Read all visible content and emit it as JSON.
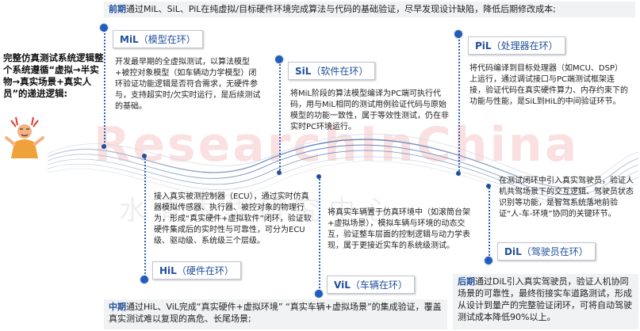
{
  "watermark": {
    "main": "ResearchInChina",
    "sub": "水清木华研究中心"
  },
  "intro": "完整仿真测试系统逻辑整个系统遵循“虚拟→半实物→真实场景+真实人员”的递进逻辑:",
  "phases": {
    "early": {
      "key": "前期",
      "text": "通过MiL、SiL、PiL在纯虚拟/目标硬件环境完成算法与代码的基础验证，尽早发现设计缺陷，降低后期修改成本;"
    },
    "middle": {
      "key": "中期",
      "text": "通过HiL、ViL完成“真实硬件+虚拟环境” “真实车辆+虚拟场景”的集成验证，覆盖真实测试难以复现的高危、长尾场景;"
    },
    "late": {
      "key": "后期",
      "text": "通过DiL引入真实驾驶员，验证人机协同场景的可靠性，最终衔接实车道路测试，形成从设计到量产的完整验证闭环，可将自动驾驶测试成本降低90%以上。"
    }
  },
  "stages": {
    "mil": {
      "abbr": "MiL",
      "name": "（模型在环）",
      "desc": "开发最早期的全虚拟测试，以算法模型+被控对象模型（如车辆动力学模型）闭环验证功能逻辑是否符合需求，无硬件参与，支持超实时/欠实时运行，是后续测试的基础。"
    },
    "sil": {
      "abbr": "SiL",
      "name": "（软件在环）",
      "desc": "将MiL阶段的算法模型编译为PC端可执行代码，用与MiL相同的测试用例验证代码与原始模型的功能一致性，属于等效性测试，仍在非实时PC环境运行。"
    },
    "pil": {
      "abbr": "PiL",
      "name": "（处理器在环）",
      "desc": "将代码编译到目标处理器（如MCU、DSP）上运行，通过调试接口与PC端测试框架连接，验证代码在真实硬件算力、内存约束下的功能与性能，是SiL到HiL的中间验证环节。"
    },
    "hil": {
      "abbr": "HiL",
      "name": "（硬件在环）",
      "desc": "接入真实被测控制器（ECU），通过实时仿真器模拟传感器、执行器、被控对象的物理行为，形成“真实硬件+虚拟软件”闭环，验证软硬件集成后的实时性与可靠性，可分为ECU级、驱动级、系统级三个层级。"
    },
    "vil": {
      "abbr": "ViL",
      "name": "（车辆在环）",
      "desc": "将真实车辆置于仿真环境中（如滚筒台架+虚拟场景），模拟车辆与环境的动态交互，验证整车层面的控制逻辑与动力学表现，属于更接近实车的系统级测试。"
    },
    "dil": {
      "abbr": "DiL",
      "name": "（驾驶员在环）",
      "desc": "在测试闭环中引入真实驾驶员，验证人机共驾场景下的交互逻辑、驾驶员状态识别等功能，是智驾系统落地前验证“人-车-环境”协同的关键环节。"
    }
  }
}
